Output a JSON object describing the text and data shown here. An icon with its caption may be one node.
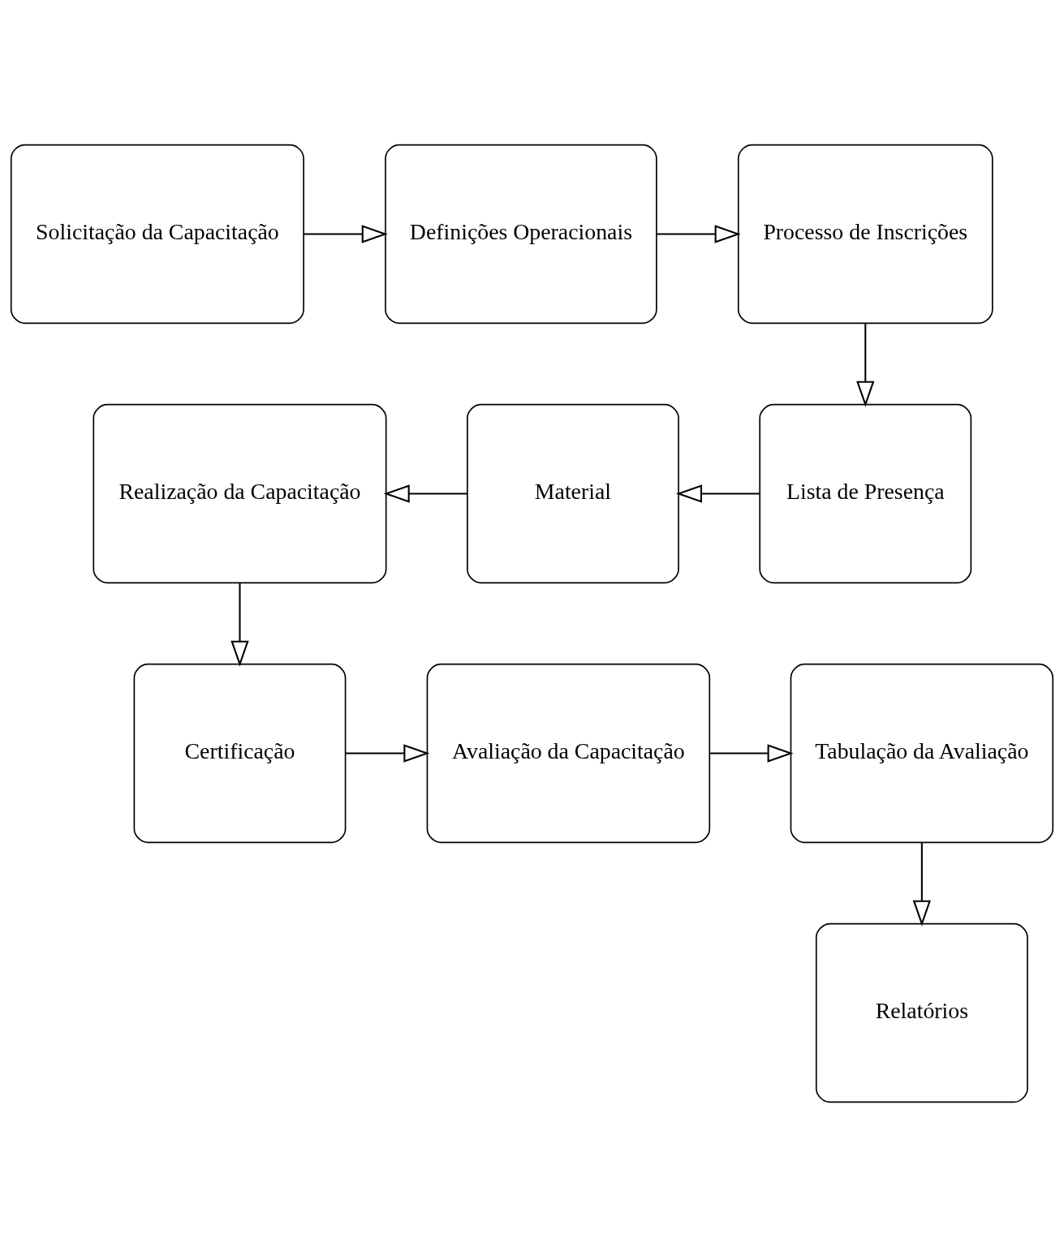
{
  "diagram": {
    "nodes": [
      {
        "text": [
          "Solicitação da Capacitação"
        ]
      },
      {
        "text": [
          "Definições Operacionais"
        ]
      },
      {
        "text": [
          "Processo de Inscrições"
        ]
      },
      {
        "text": [
          "Lista de Presença"
        ]
      },
      {
        "text": [
          "Material"
        ]
      },
      {
        "text": [
          "Realização da Capacitação"
        ]
      },
      {
        "text": [
          "Certificação"
        ]
      },
      {
        "text": [
          "Avaliação da Capacitação"
        ]
      },
      {
        "text": [
          "Tabulação da Avaliação"
        ]
      },
      {
        "text": [
          "Relatórios"
        ]
      }
    ],
    "edges": [
      {
        "from": 0,
        "to": 1,
        "arrow": "to"
      },
      {
        "from": 1,
        "to": 2,
        "arrow": "to"
      },
      {
        "from": 2,
        "to": 3,
        "arrow": "to"
      },
      {
        "from": 3,
        "to": 4,
        "arrow": "to"
      },
      {
        "from": 4,
        "to": 5,
        "arrow": "to"
      },
      {
        "from": 5,
        "to": 6,
        "arrow": "to"
      },
      {
        "from": 6,
        "to": 7,
        "arrow": "to"
      },
      {
        "from": 7,
        "to": 8,
        "arrow": "to"
      },
      {
        "from": 8,
        "to": 9,
        "arrow": "to"
      }
    ]
  }
}
